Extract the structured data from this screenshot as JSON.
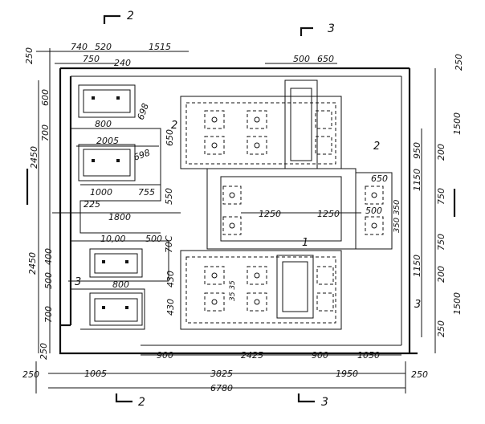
{
  "section_marks": {
    "top_2": "2",
    "top_3": "3",
    "bottom_2": "2",
    "bottom_3": "3",
    "inner_1": "1",
    "inner_2a": "2",
    "inner_2b": "2",
    "inner_3a": "3",
    "inner_3b": "3"
  },
  "dims": {
    "top_740": "740",
    "top_520": "520",
    "top_1515": "1515",
    "top_750": "750",
    "top_240": "240",
    "top_500": "500",
    "top_650": "650",
    "left_250_top": "250",
    "left_600": "600",
    "left_700_a": "700",
    "left_2450_a": "2450",
    "left_400": "400",
    "left_2450_b": "2450",
    "left_500": "500",
    "left_700_b": "700",
    "left_250_bot": "250",
    "in_800_a": "800",
    "in_698_a": "698",
    "in_650": "650",
    "in_2005": "2005",
    "in_698_b": "698",
    "in_1000": "1000",
    "in_755": "755",
    "in_550": "550",
    "in_225": "225",
    "in_1800": "1800",
    "in_10000": "10,00",
    "in_500": "500",
    "in_700c": "70С",
    "in_800_b": "800",
    "in_430_a": "430",
    "in_430_b": "430",
    "in_35": "35 35",
    "in_1250_a": "1250",
    "in_1250_b": "1250",
    "in_500_r": "500",
    "in_650_r": "650",
    "in_350": "350 350",
    "right_250_top": "250",
    "right_1500_a": "1500",
    "right_950": "950",
    "right_200_a": "200",
    "right_1150_a": "1150",
    "right_750_a": "750",
    "right_750_b": "750",
    "right_1150_b": "1150",
    "right_200_b": "200",
    "right_1500_b": "1500",
    "right_250_bot": "250",
    "bot_900_a": "900",
    "bot_2425": "2425",
    "bot_900_b": "900",
    "bot_1050": "1050",
    "bot_250_l": "250",
    "bot_1005": "1005",
    "bot_3825": "3825",
    "bot_1950": "1950",
    "bot_6780": "6780",
    "bot_250_r": "250"
  }
}
